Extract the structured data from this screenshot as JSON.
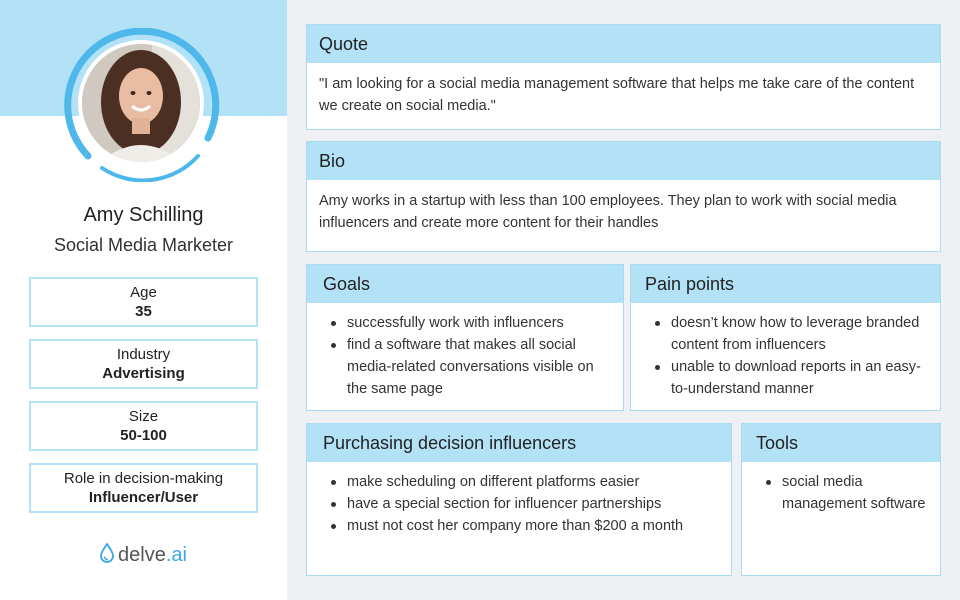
{
  "profile": {
    "name": "Amy Schilling",
    "role": "Social Media Marketer",
    "attributes": [
      {
        "label": "Age",
        "value": "35"
      },
      {
        "label": "Industry",
        "value": "Advertising"
      },
      {
        "label": "Size",
        "value": "50-100"
      },
      {
        "label": "Role in decision-making",
        "value": "Influencer/User"
      }
    ]
  },
  "brand": {
    "name": "delve",
    "suffix": ".ai"
  },
  "colors": {
    "accent": "#b3e2f7",
    "ring": "#4fb8ea",
    "brand_accent": "#3aa6e8"
  },
  "quote": {
    "title": "Quote",
    "text": "\"I am looking for a social media management software that helps me take care of the content we create on social media.\""
  },
  "bio": {
    "title": "Bio",
    "text": "Amy works in a startup with less than 100 employees. They plan to work with social media influencers and create more content for their handles"
  },
  "goals": {
    "title": "Goals",
    "items": [
      "successfully work with influencers",
      "find a software that makes all social media-related conversations visible on the same page"
    ]
  },
  "pain_points": {
    "title": "Pain points",
    "items": [
      "doesn’t know how to leverage branded content from influencers",
      "unable to download reports in an easy-to-understand manner"
    ]
  },
  "purchasing": {
    "title": "Purchasing decision influencers",
    "items": [
      "make scheduling on different platforms easier",
      "have a special section for influencer partnerships",
      "must not cost her company more than $200 a month"
    ]
  },
  "tools": {
    "title": "Tools",
    "items": [
      "social media management software"
    ]
  }
}
